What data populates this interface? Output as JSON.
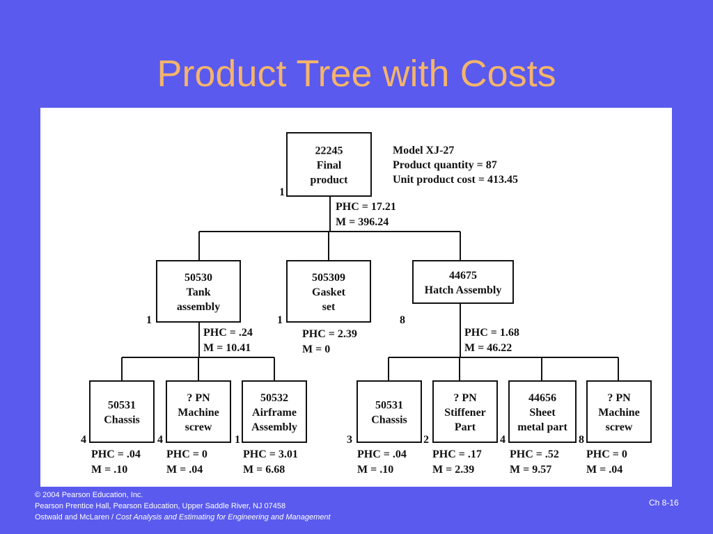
{
  "title": "Product Tree with Costs",
  "model_info": [
    "Model XJ-27",
    "Product quantity = 87",
    "Unit product cost = 413.45"
  ],
  "nodes": {
    "root": {
      "lines": [
        "22245",
        "Final",
        "product"
      ],
      "qty": "1",
      "phc": "PHC = 17.21",
      "m": "M = 396.24"
    },
    "tank": {
      "lines": [
        "50530",
        "Tank",
        "assembly"
      ],
      "qty": "1",
      "phc": "PHC = .24",
      "m": "M = 10.41"
    },
    "gasket": {
      "lines": [
        "505309",
        "Gasket",
        "set"
      ],
      "qty": "1",
      "phc": "PHC = 2.39",
      "m": "M = 0"
    },
    "hatch": {
      "lines": [
        "44675",
        "Hatch Assembly"
      ],
      "qty": "8",
      "phc": "PHC = 1.68",
      "m": "M = 46.22"
    },
    "chassis1": {
      "lines": [
        "50531",
        "Chassis"
      ],
      "qty": "4",
      "phc": "PHC = .04",
      "m": "M = .10"
    },
    "screw1": {
      "lines": [
        "? PN",
        "Machine",
        "screw"
      ],
      "qty": "4",
      "phc": "PHC = 0",
      "m": "M = .04"
    },
    "airframe": {
      "lines": [
        "50532",
        "Airframe",
        "Assembly"
      ],
      "qty": "1",
      "phc": "PHC = 3.01",
      "m": "M = 6.68"
    },
    "chassis2": {
      "lines": [
        "50531",
        "Chassis"
      ],
      "qty": "3",
      "phc": "PHC = .04",
      "m": "M = .10"
    },
    "stiffener": {
      "lines": [
        "? PN",
        "Stiffener",
        "Part"
      ],
      "qty": "2",
      "phc": "PHC = .17",
      "m": "M = 2.39"
    },
    "sheet": {
      "lines": [
        "44656",
        "Sheet",
        "metal part"
      ],
      "qty": "4",
      "phc": "PHC = .52",
      "m": "M = 9.57"
    },
    "screw2": {
      "lines": [
        "? PN",
        "Machine",
        "screw"
      ],
      "qty": "8",
      "phc": "PHC = 0",
      "m": "M = .04"
    }
  },
  "footer": {
    "copyright": "2004 Pearson Education, Inc.",
    "publisher": "Pearson Prentice Hall, Pearson Education, Upper Saddle River, NJ 07458",
    "authors": "Ostwald and McLaren / ",
    "book": "Cost Analysis and Estimating for Engineering and Management"
  },
  "slide_number": "Ch 8-16"
}
